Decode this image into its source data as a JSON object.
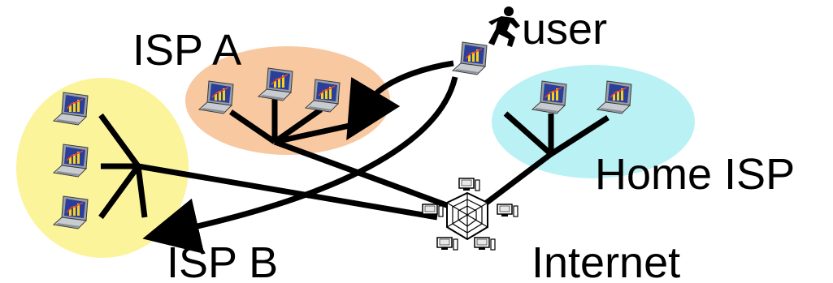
{
  "labels": {
    "isp_a": "ISP A",
    "isp_b": "ISP B",
    "home_isp": "Home ISP",
    "internet": "Internet",
    "user": "user"
  },
  "icons": {
    "laptop": "laptop-icon",
    "runner": "running-person-icon",
    "internet_hub": "internet-network-icon"
  },
  "colors": {
    "isp_a_region": "#f8c9a0",
    "isp_b_region": "#fbf49a",
    "home_isp_region": "#b9f1f4",
    "line": "#000000"
  }
}
